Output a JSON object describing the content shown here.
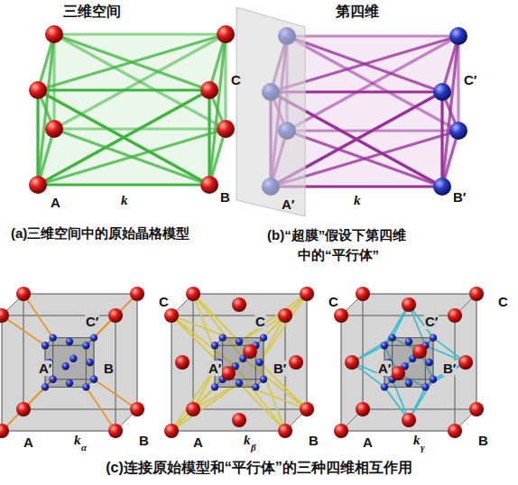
{
  "diagram": {
    "labels": [
      "三维空间",
      "第四维",
      "C",
      "A",
      "k",
      "B",
      "C′",
      "A′",
      "k",
      "B′",
      "(a)三维空间中的原始晶格模型",
      "(b)“超膜”假设下第四维中的“平行体”",
      "C",
      "C′",
      "A′",
      "B",
      "A",
      "k",
      "α",
      "B",
      "C",
      "C",
      "A′",
      "B′",
      "A",
      "k",
      "β",
      "B",
      "C",
      "C′",
      "A′",
      "B′",
      "A",
      "k",
      "γ",
      "B",
      "(c)连接原始模型和“平行体”的三种四维相互作用"
    ]
  }
}
